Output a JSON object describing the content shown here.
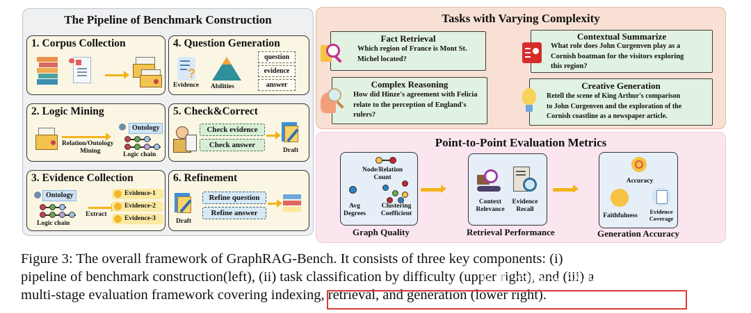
{
  "pipeline": {
    "title": "The Pipeline of Benchmark Construction",
    "steps": [
      {
        "title": "1. Corpus Collection"
      },
      {
        "title": "2. Logic Mining",
        "labels": {
          "mining": "Relation/Ontology",
          "mining2": "Mining",
          "ontology": "Ontology",
          "chain": "Logic chain"
        }
      },
      {
        "title": "3. Evidence Collection",
        "labels": {
          "ontology": "Ontology",
          "chain": "Logic chain",
          "extract": "Extract",
          "evidence": [
            "Evidence-1",
            "Evidence-2",
            "Evidence-3"
          ]
        }
      },
      {
        "title": "4. Question Generation",
        "labels": {
          "evidence": "Evidence",
          "abilities": "Abilities",
          "fields": [
            "question",
            "evidence",
            "answer"
          ]
        }
      },
      {
        "title": "5. Check&Correct",
        "labels": {
          "check_evidence": "Check evidence",
          "check_answer": "Check answer",
          "draft": "Draft"
        }
      },
      {
        "title": "6. Refinement",
        "labels": {
          "draft": "Draft",
          "refine_question": "Refine question",
          "refine_answer": "Refine answer"
        }
      }
    ]
  },
  "tasks": {
    "title": "Tasks with Varying Complexity",
    "items": [
      {
        "title": "Fact Retrieval",
        "lines": [
          "Which region of France is Mont St.",
          "Michel located?"
        ]
      },
      {
        "title": "Contextual Summarize",
        "lines": [
          "What role does John Curgenven play as a",
          "Cornish boatman for the visitors exploring",
          "this region?"
        ]
      },
      {
        "title": "Complex Reasoning",
        "lines": [
          "How did Hinze's agreement with Felicia",
          "relate to the perception of England's",
          "rulers?"
        ]
      },
      {
        "title": "Creative Generation",
        "lines": [
          "Retell the scene of King Arthur's comparison",
          "to John Curgenven and the exploration of the",
          "Cornish coastline as a newspaper article."
        ]
      }
    ]
  },
  "metrics": {
    "title": "Point-to-Point Evaluation Metrics",
    "groups": [
      {
        "caption": "Graph Quality",
        "items": [
          "Node/Relation",
          "Count",
          "Avg",
          "Degrees",
          "Clustering",
          "Coefficient"
        ]
      },
      {
        "caption": "Retrieval Performance",
        "items": [
          "Context",
          "Relevance",
          "Evidence",
          "Recall"
        ]
      },
      {
        "caption": "Generation Accuracy",
        "items": [
          "Accuracy",
          "Faithfulness",
          "Evidence",
          "Coverage"
        ]
      }
    ]
  },
  "caption": {
    "line1": "Figure 3: The overall framework of GraphRAG-Bench. It consists of three key components: (i)",
    "line2": "pipeline of benchmark construction(left), (ii) task classification by difficulty (upper right), and (iii) a",
    "line3a": "multi-stage evaluation framework covering ",
    "line3b": "indexing, retrieval, and generation (lower right).",
    "watermark": "知乎 @PaperAgent"
  },
  "colors": {
    "highlight": "#d83a3a",
    "arrow": "#f2b31b",
    "tasks_bg": "#f8e0d4",
    "metrics_bg": "#fbe6f0",
    "pipeline_bg": "#eef0f2"
  }
}
